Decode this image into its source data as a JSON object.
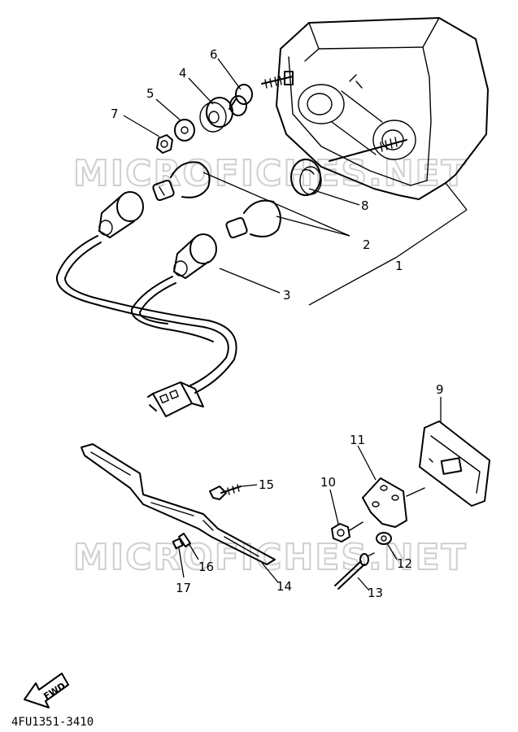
{
  "watermark": "MICROFICHES.NET",
  "diagram_code": "4FU1351-3410",
  "fwd_label": "FWD",
  "callouts": {
    "c1": "1",
    "c2": "2",
    "c3": "3",
    "c4": "4",
    "c5": "5",
    "c6": "6",
    "c7": "7",
    "c8": "8",
    "c9": "9",
    "c10": "10",
    "c11": "11",
    "c12": "12",
    "c13": "13",
    "c14": "14",
    "c15": "15",
    "c16": "16",
    "c17": "17"
  }
}
